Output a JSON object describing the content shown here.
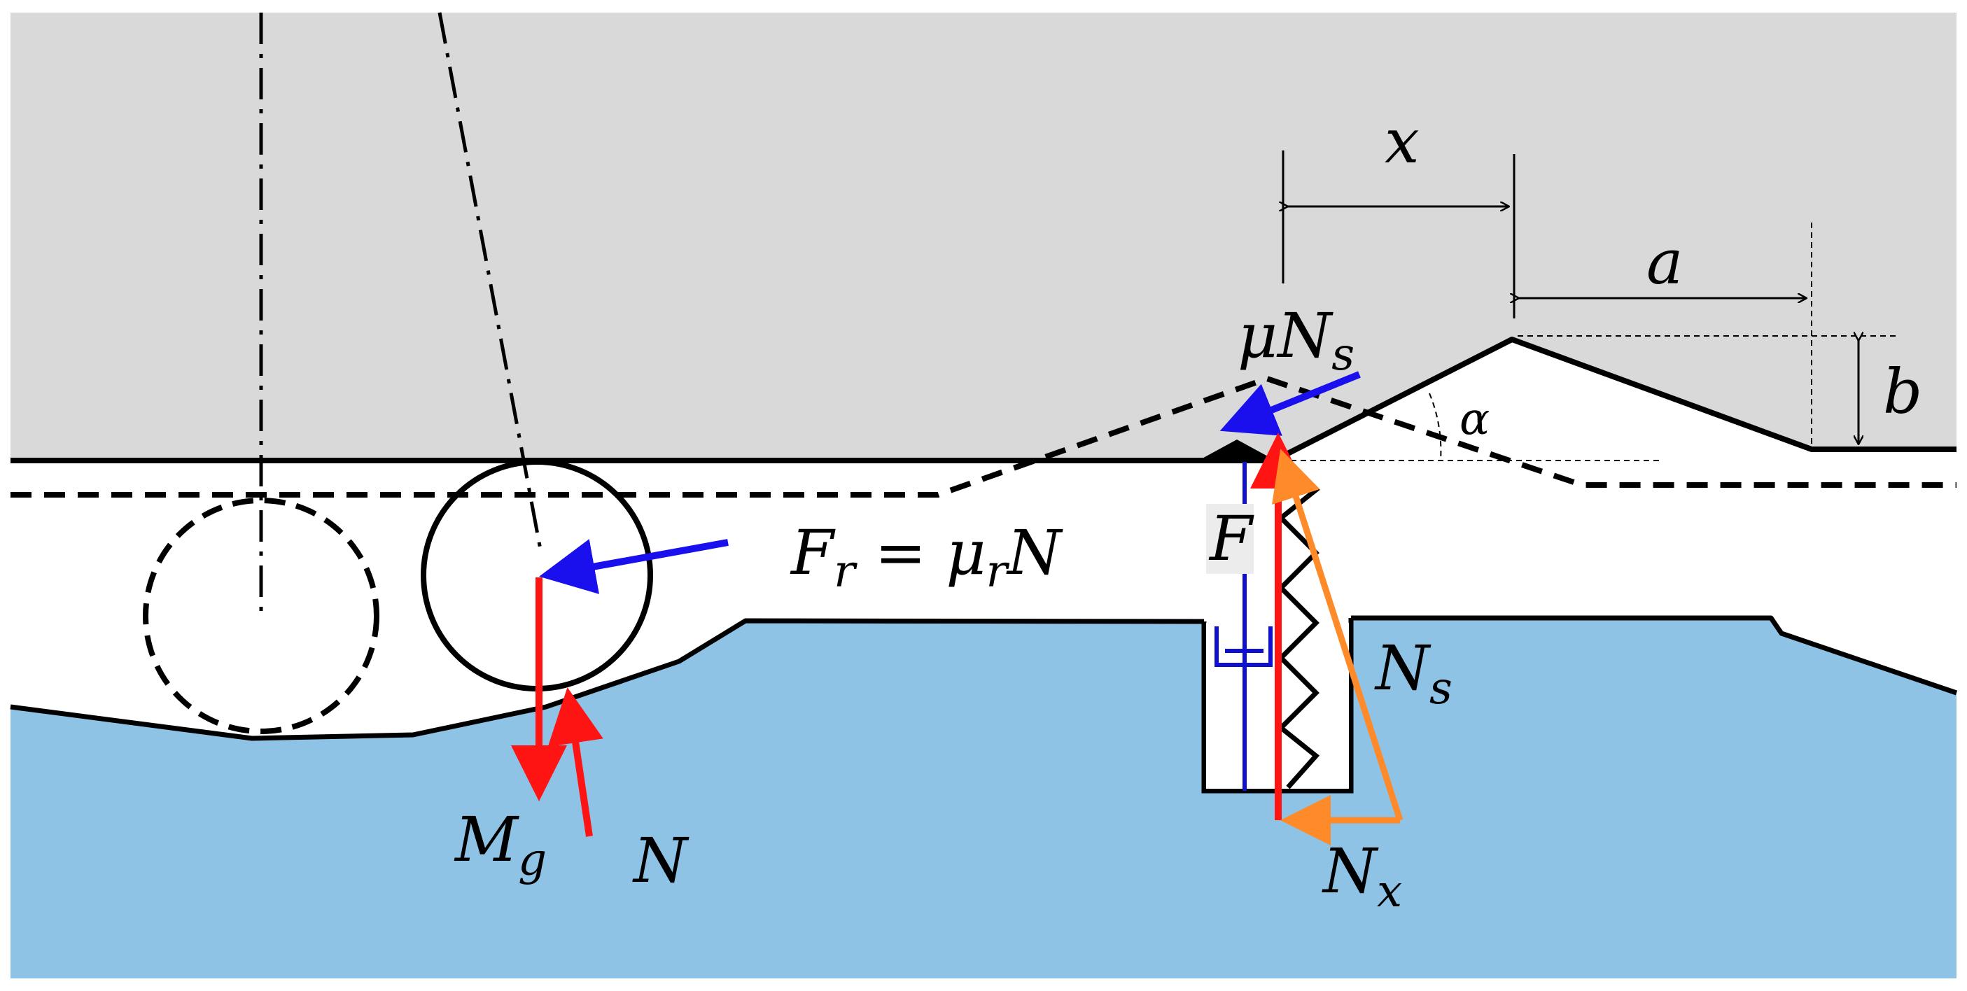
{
  "colors": {
    "ground_fill": "#8ec3e6",
    "upper_fill": "#d9d9d9",
    "outline": "#000000",
    "friction_arrow": "#1a10ee",
    "weight_normal_arrow": "#ff1414",
    "spring_force_triangle": "#ff8a2a",
    "damper": "#1010cc",
    "label_box": "#ececec"
  },
  "labels": {
    "friction_eq_main": "F",
    "friction_eq_sub1": "r",
    "friction_eq_mid": " = μ",
    "friction_eq_sub2": "r",
    "friction_eq_end": "N",
    "mu_main": "μN",
    "mu_sub": "s",
    "F": "F",
    "Mg_main": "M",
    "Mg_sub": "g",
    "N": "N",
    "Ns_main": "N",
    "Ns_sub": "s",
    "Nx_main": "N",
    "Nx_sub": "x",
    "x": "x",
    "a": "a",
    "b": "b",
    "alpha": "α"
  }
}
